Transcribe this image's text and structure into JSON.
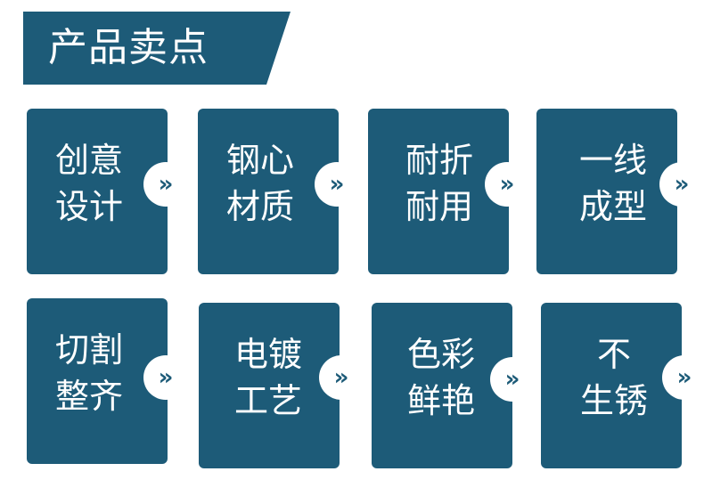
{
  "header": {
    "title": "产品卖点"
  },
  "features": [
    {
      "line1": "创意",
      "line2": "设计"
    },
    {
      "line1": "钢心",
      "line2": "材质"
    },
    {
      "line1": "耐折",
      "line2": "耐用"
    },
    {
      "line1": "一线",
      "line2": "成型"
    },
    {
      "line1": "切割",
      "line2": "整齐"
    },
    {
      "line1": "电镀",
      "line2": "工艺"
    },
    {
      "line1": "色彩",
      "line2": "鲜艳"
    },
    {
      "line1": "不",
      "line2": "生锈"
    }
  ],
  "arrow_glyph": "»",
  "colors": {
    "card": "#1d5b78",
    "text": "#ffffff"
  }
}
